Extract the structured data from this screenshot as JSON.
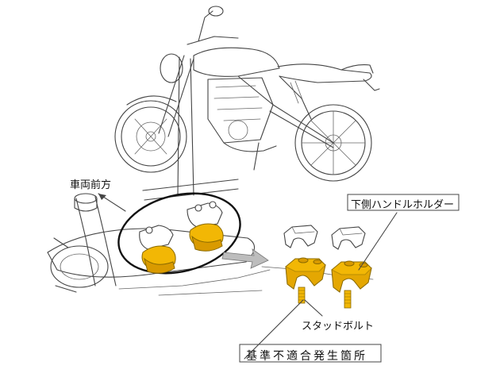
{
  "labels": {
    "vehicle_front": "車両前方",
    "lower_handle_holder": "下側ハンドルホルダー",
    "stud_bolt": "スタッドボルト",
    "nonconforming_location": "基準不適合発生箇所"
  },
  "colors": {
    "highlight": "#f2b705",
    "line_art": "#444444",
    "background": "#ffffff"
  }
}
